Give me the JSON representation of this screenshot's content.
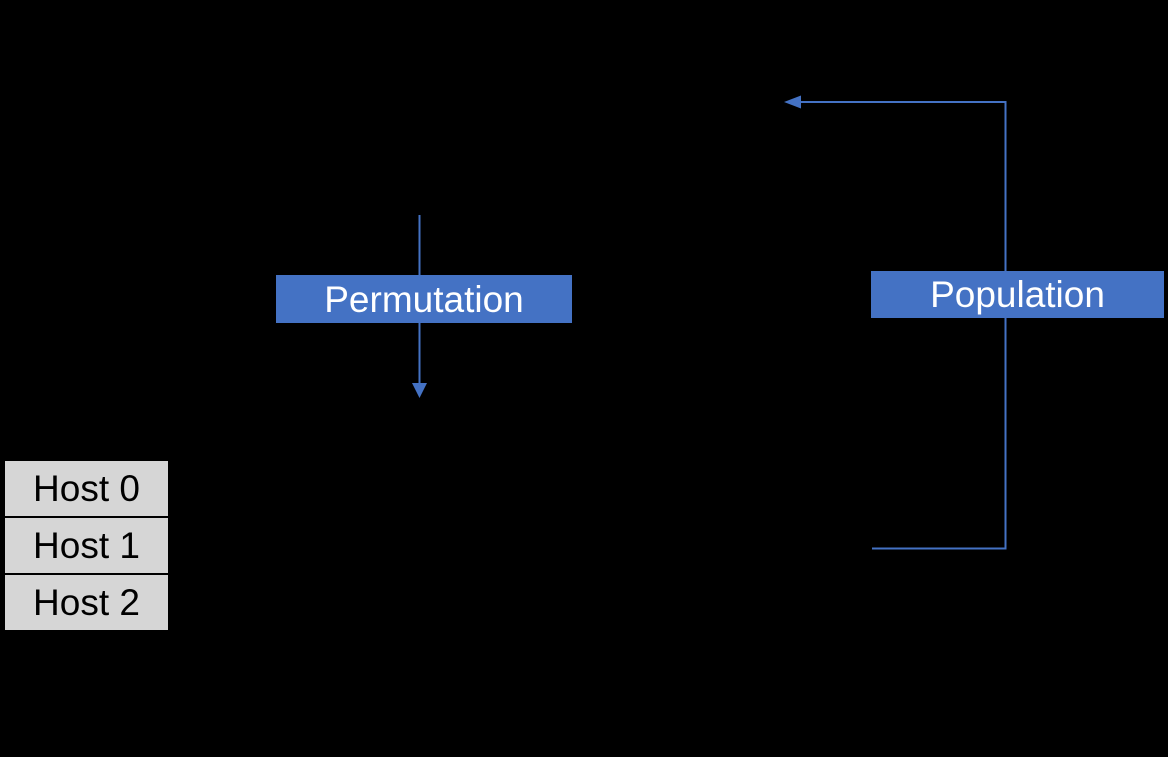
{
  "diagram": {
    "permutation": {
      "label": "Permutation"
    },
    "population": {
      "label": "Population"
    },
    "hosts": [
      {
        "label": "Host 0"
      },
      {
        "label": "Host 1"
      },
      {
        "label": "Host 2"
      }
    ]
  },
  "colors": {
    "background": "#000000",
    "accent_blue": "#4472C4",
    "box_text": "#FFFFFF",
    "host_fill": "#D6D6D6",
    "host_border": "#000000",
    "host_text": "#000000"
  }
}
